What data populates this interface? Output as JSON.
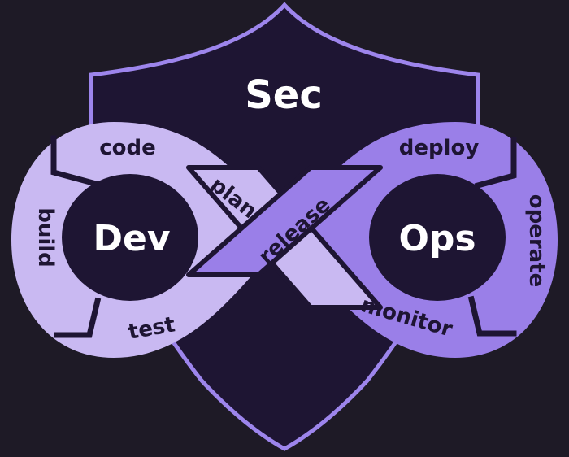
{
  "shield": {
    "title": "Sec"
  },
  "loops": {
    "left": {
      "title": "Dev"
    },
    "right": {
      "title": "Ops"
    }
  },
  "stages": {
    "plan": "plan",
    "code": "code",
    "build": "build",
    "test": "test",
    "release": "release",
    "deploy": "deploy",
    "operate": "operate",
    "monitor": "monitor"
  },
  "colors": {
    "background": "#1e1a26",
    "shield_fill": "#1e1533",
    "shield_border": "#9d85ec",
    "dev_band": "#c9b9f2",
    "ops_band": "#9a7fe8",
    "center_dark": "#1e1533",
    "text_light": "#ffffff",
    "text_dark": "#1e1533"
  }
}
